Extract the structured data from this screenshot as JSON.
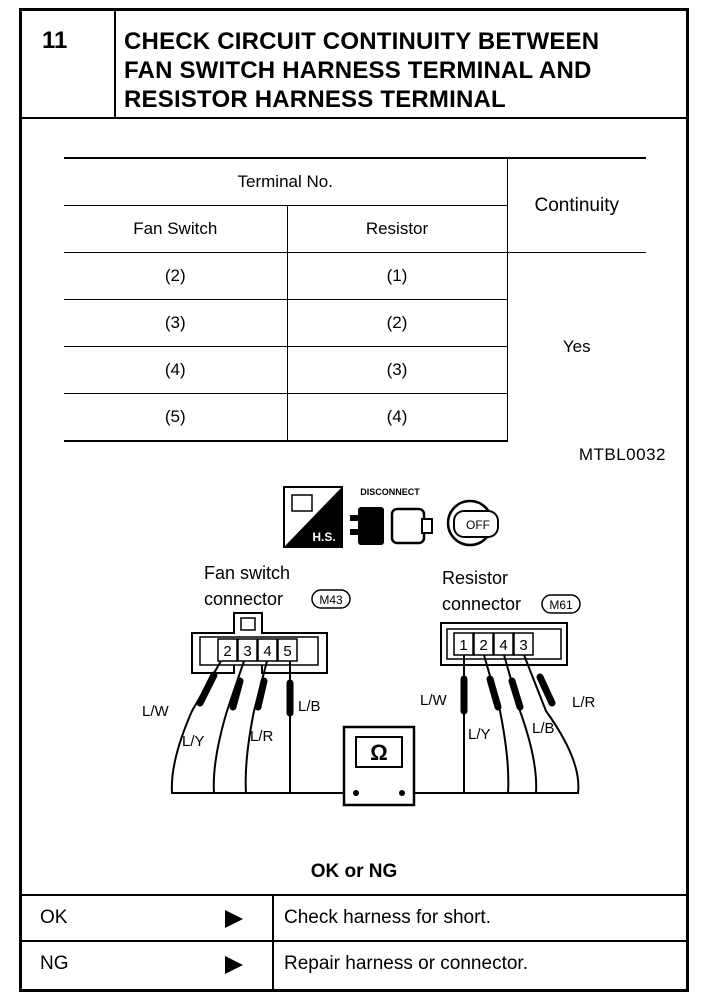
{
  "header": {
    "step_number": "11",
    "title_lines": [
      "CHECK CIRCUIT CONTINUITY BETWEEN",
      "FAN SWITCH HARNESS TERMINAL AND",
      "RESISTOR HARNESS TERMINAL"
    ]
  },
  "table": {
    "terminal_header": "Terminal No.",
    "continuity_header": "Continuity",
    "fan_switch_header": "Fan Switch",
    "resistor_header": "Resistor",
    "rows": [
      {
        "fan_switch": "(2)",
        "resistor": "(1)"
      },
      {
        "fan_switch": "(3)",
        "resistor": "(2)"
      },
      {
        "fan_switch": "(4)",
        "resistor": "(3)"
      },
      {
        "fan_switch": "(5)",
        "resistor": "(4)"
      }
    ],
    "continuity_value": "Yes",
    "figure_id": "MTBL0032"
  },
  "diagram": {
    "icon_hs_label": "H.S.",
    "icon_disconnect_label": "DISCONNECT",
    "icon_ignition_label": "OFF",
    "fan_connector_label_1": "Fan switch",
    "fan_connector_label_2": "connector",
    "fan_connector_code": "M43",
    "resistor_connector_label_1": "Resistor",
    "resistor_connector_label_2": "connector",
    "resistor_connector_code": "M61",
    "fan_pins": [
      "2",
      "3",
      "4",
      "5"
    ],
    "resistor_pins": [
      "1",
      "2",
      "4",
      "3"
    ],
    "fan_wires": [
      "L/W",
      "L/Y",
      "L/R",
      "L/B"
    ],
    "resistor_wires": [
      "L/W",
      "L/Y",
      "L/B",
      "L/R"
    ],
    "meter_symbol": "Ω"
  },
  "result": {
    "heading": "OK or NG",
    "rows": [
      {
        "label": "OK",
        "action": "Check harness for short."
      },
      {
        "label": "NG",
        "action": "Repair harness or connector."
      }
    ]
  }
}
